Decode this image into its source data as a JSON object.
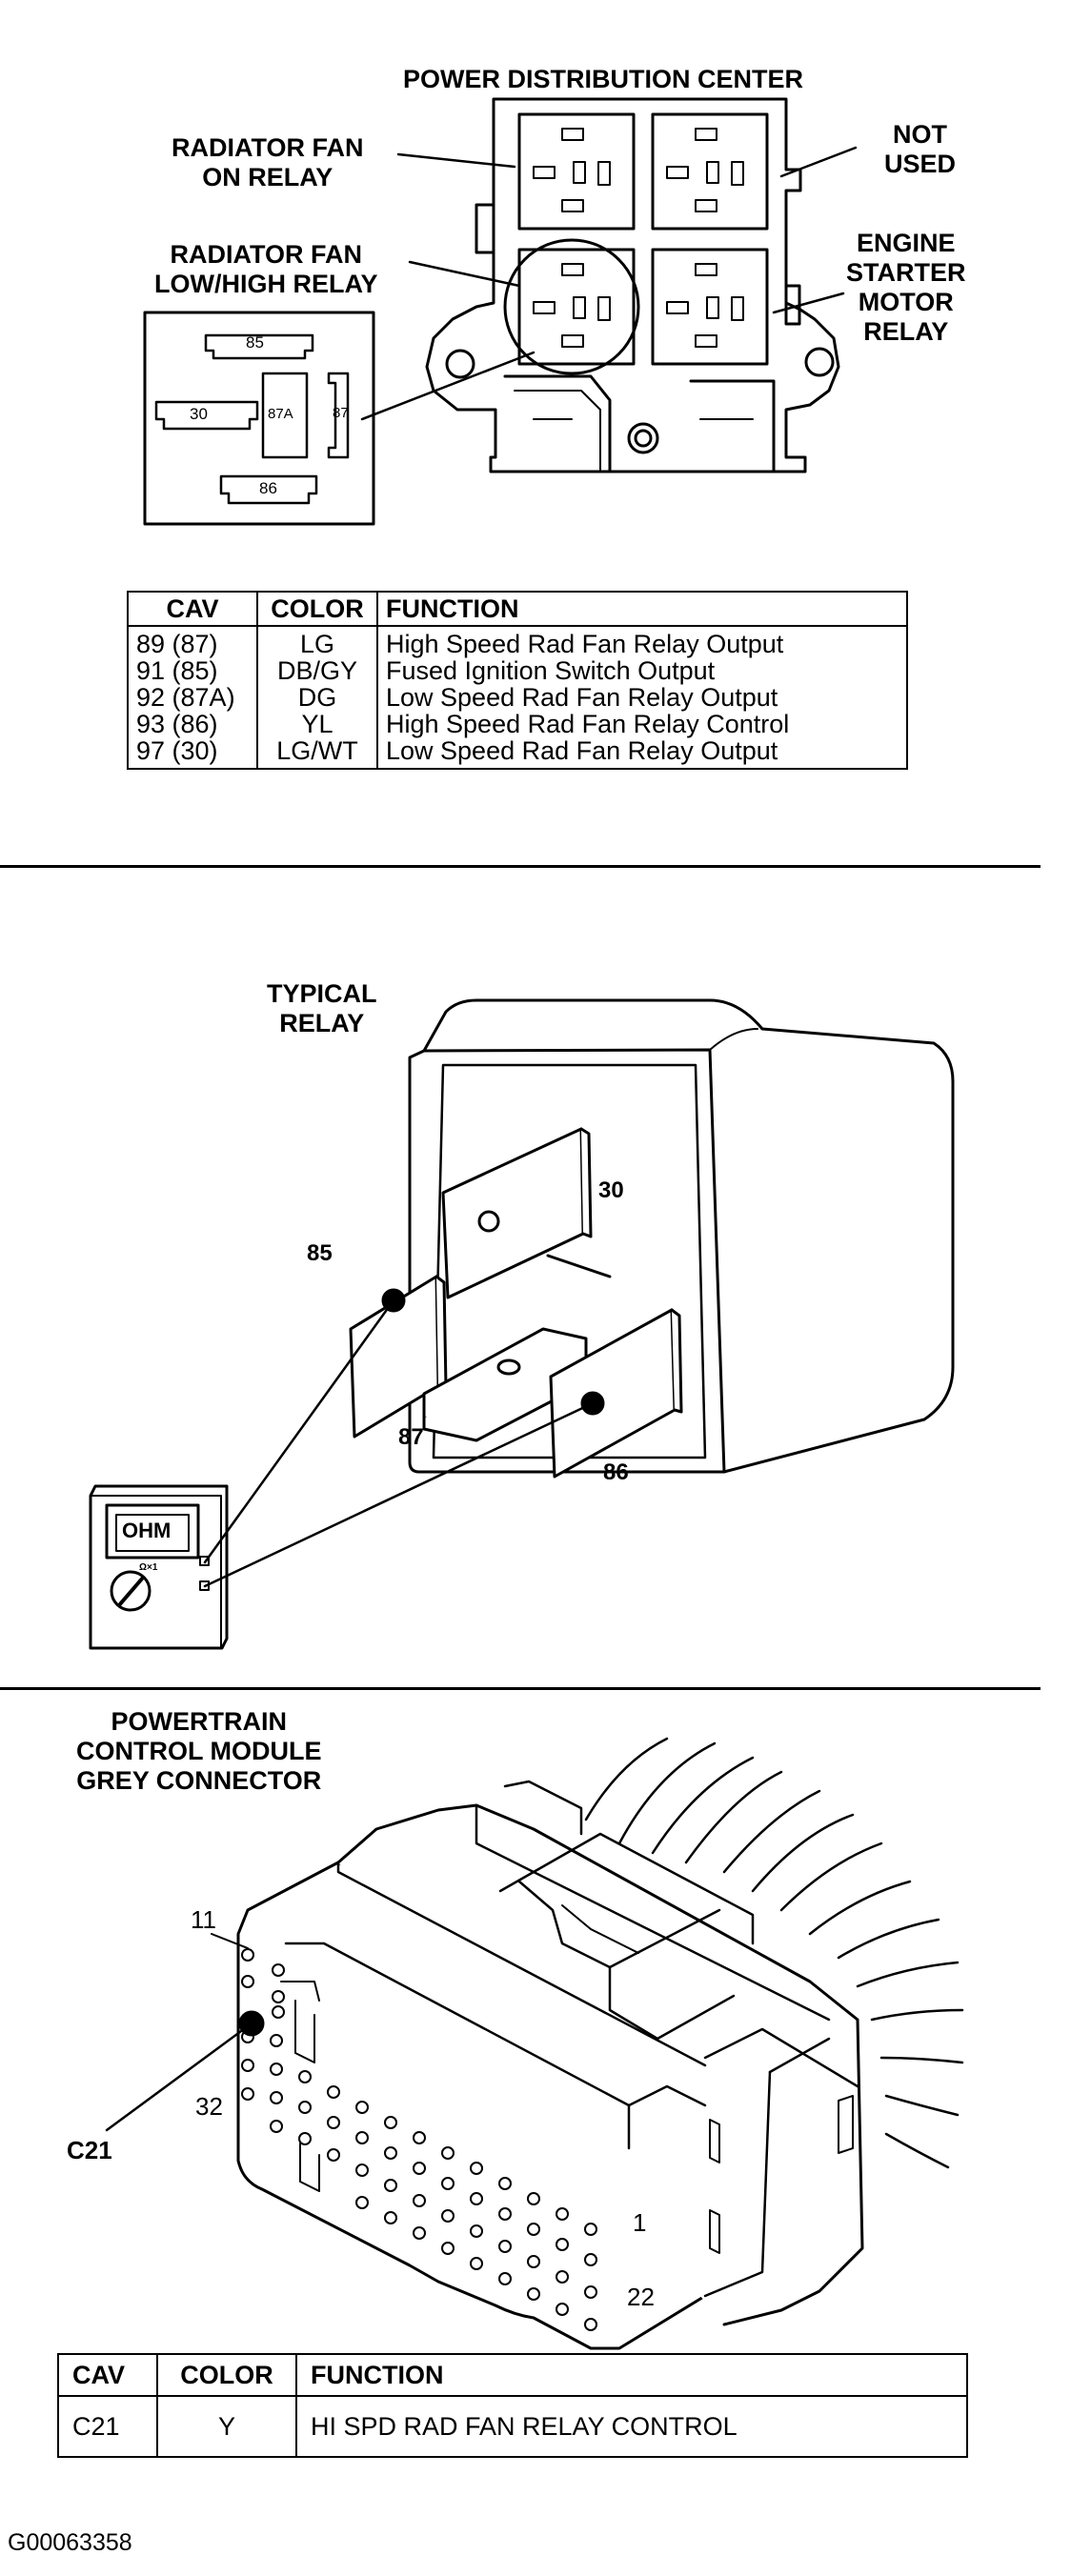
{
  "pdc": {
    "title": "POWER DISTRIBUTION CENTER",
    "labels": {
      "radiator_fan_on": "RADIATOR FAN\nON RELAY",
      "not_used": "NOT\nUSED",
      "radiator_fan_low_high": "RADIATOR FAN\nLOW/HIGH RELAY",
      "engine_starter": "ENGINE\nSTARTER\nMOTOR\nRELAY"
    },
    "inset_pins": [
      "85",
      "30",
      "87A",
      "87",
      "86"
    ]
  },
  "table1": {
    "headers": [
      "CAV",
      "COLOR",
      "FUNCTION"
    ],
    "rows": [
      {
        "cav": "89 (87)",
        "color": "LG",
        "function": "High Speed Rad Fan Relay Output"
      },
      {
        "cav": "91 (85)",
        "color": "DB/GY",
        "function": "Fused Ignition Switch Output"
      },
      {
        "cav": "92 (87A)",
        "color": "DG",
        "function": "Low Speed Rad Fan Relay Output"
      },
      {
        "cav": "93 (86)",
        "color": "YL",
        "function": "High Speed Rad Fan Relay Control"
      },
      {
        "cav": "97 (30)",
        "color": "LG/WT",
        "function": "Low Speed Rad Fan Relay Output"
      }
    ]
  },
  "relay": {
    "title": "TYPICAL\nRELAY",
    "terminals": {
      "t30": "30",
      "t85": "85",
      "t87": "87",
      "t86": "86"
    },
    "meter": {
      "display": "OHM",
      "range": "Ω×1"
    }
  },
  "pcm": {
    "title": "POWERTRAIN\nCONTROL MODULE\nGREY CONNECTOR",
    "pins": {
      "p11": "11",
      "p32": "32",
      "p1": "1",
      "p22": "22"
    },
    "callout": "C21"
  },
  "table2": {
    "headers": [
      "CAV",
      "COLOR",
      "FUNCTION"
    ],
    "rows": [
      {
        "cav": "C21",
        "color": "Y",
        "function": "HI SPD RAD FAN RELAY CONTROL"
      }
    ]
  },
  "figure_id": "G00063358"
}
